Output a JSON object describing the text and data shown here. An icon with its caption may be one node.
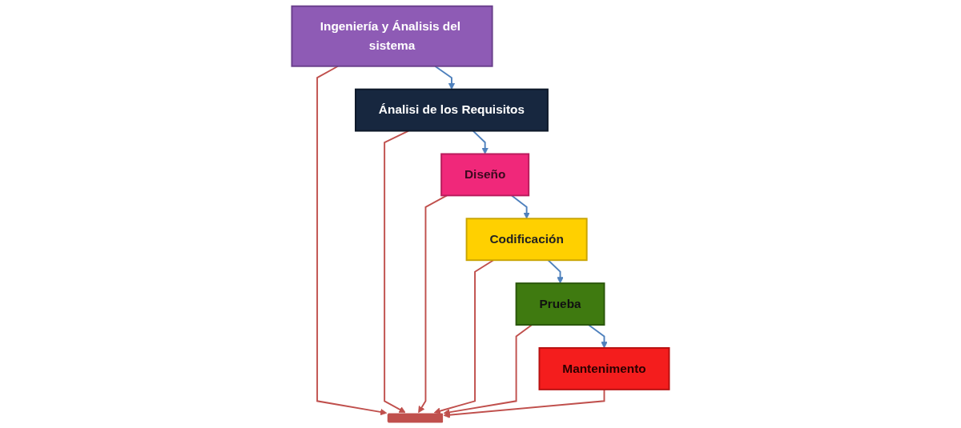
{
  "diagram": {
    "nodes": [
      {
        "text": [
          "Ingeniería y Ánalisis del sistema"
        ]
      },
      {
        "text": [
          "Ánalisi de los Requisitos"
        ]
      },
      {
        "text": [
          "Diseño"
        ]
      },
      {
        "text": [
          "Codificación"
        ]
      },
      {
        "text": [
          "Prueba"
        ]
      },
      {
        "text": [
          "Mantenimento"
        ]
      },
      {
        "text": [],
        "shape": "bar"
      }
    ],
    "edges": [
      {
        "from": 0,
        "to": 1,
        "arrow": "to",
        "color": "#4f81bd"
      },
      {
        "from": 1,
        "to": 2,
        "arrow": "to",
        "color": "#4f81bd"
      },
      {
        "from": 2,
        "to": 3,
        "arrow": "to",
        "color": "#4f81bd"
      },
      {
        "from": 3,
        "to": 4,
        "arrow": "to",
        "color": "#4f81bd"
      },
      {
        "from": 4,
        "to": 5,
        "arrow": "to",
        "color": "#4f81bd"
      },
      {
        "from": 0,
        "to": 6,
        "arrow": "to"
      },
      {
        "from": 1,
        "to": 6,
        "arrow": "to"
      },
      {
        "from": 2,
        "to": 6,
        "arrow": "to"
      },
      {
        "from": 3,
        "to": 6,
        "arrow": "to"
      },
      {
        "from": 4,
        "to": 6,
        "arrow": "to"
      },
      {
        "from": 5,
        "to": 6,
        "arrow": "to"
      }
    ]
  }
}
